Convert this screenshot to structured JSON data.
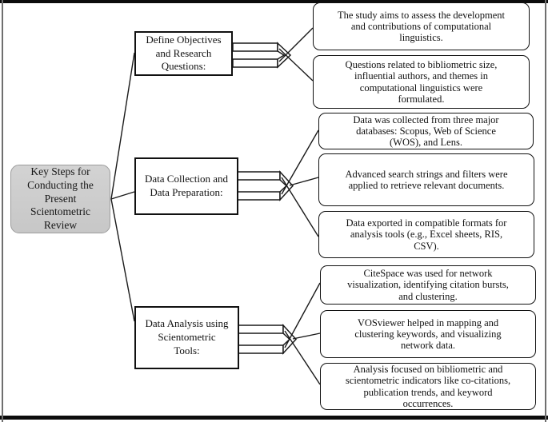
{
  "diagram": {
    "root_label": "Key Steps for\nConducting the\nPresent\nScientometric\nReview",
    "steps": [
      {
        "label": "Define Objectives\nand Research\nQuestions:",
        "outputs": [
          "The study aims to assess the development\nand contributions of computational\nlinguistics.",
          "Questions related to bibliometric size,\ninfluential authors, and themes in\ncomputational linguistics were\nformulated."
        ]
      },
      {
        "label": "Data Collection and\nData Preparation:",
        "outputs": [
          "Data was collected from three major\ndatabases: Scopus, Web of Science\n(WOS), and Lens.",
          "Advanced search strings and filters were\napplied to retrieve relevant documents.",
          "Data exported in compatible formats for\nanalysis tools (e.g., Excel sheets, RIS,\nCSV)."
        ]
      },
      {
        "label": "Data Analysis using\nScientometric\nTools:",
        "outputs": [
          "CiteSpace was used for network\nvisualization, identifying citation bursts,\nand clustering.",
          "VOSviewer helped in mapping and\nclustering keywords, and visualizing\nnetwork data.",
          "Analysis focused on bibliometric and\nscientometric indicators like co-citations,\npublication trends, and keyword\noccurrences."
        ]
      }
    ],
    "colors": {
      "root_fill": "#cbcbcb",
      "root_border": "#9c9c9c",
      "box_border": "#111111",
      "line": "#1a1a1a",
      "background": "#ffffff"
    }
  }
}
